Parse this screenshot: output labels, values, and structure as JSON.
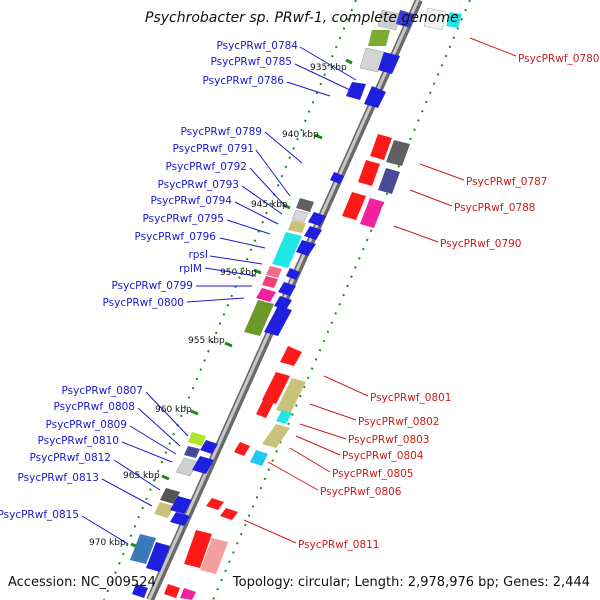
{
  "title": "Psychrobacter sp. PRwf-1, complete genome",
  "footer": {
    "accession": "Accession: NC_009524",
    "topology": "Topology: circular; Length: 2,978,976 bp; Genes: 2,444"
  },
  "colors": {
    "backbone": "#8c8c8c",
    "tick": "#1e8a1e",
    "minus_label": "#1a1acc",
    "plus_label": "#cc1a1a"
  },
  "scale_labels": [
    "935 kbp",
    "940 kbp",
    "945 kbp",
    "950 kbp",
    "955 kbp",
    "960 kbp",
    "965 kbp",
    "970 kbp"
  ],
  "minus_labels": [
    "PsycPRwf_0784",
    "PsycPRwf_0785",
    "PsycPRwf_0786",
    "PsycPRwf_0789",
    "PsycPRwf_0791",
    "PsycPRwf_0792",
    "PsycPRwf_0793",
    "PsycPRwf_0794",
    "PsycPRwf_0795",
    "PsycPRwf_0796",
    "rpsI",
    "rplM",
    "PsycPRwf_0799",
    "PsycPRwf_0800",
    "PsycPRwf_0807",
    "PsycPRwf_0808",
    "PsycPRwf_0809",
    "PsycPRwf_0810",
    "PsycPRwf_0812",
    "PsycPRwf_0813",
    "PsycPRwf_0815"
  ],
  "plus_labels": [
    "PsycPRwf_0780",
    "PsycPRwf_0787",
    "PsycPRwf_0788",
    "PsycPRwf_0790",
    "PsycPRwf_0801",
    "PsycPRwf_0802",
    "PsycPRwf_0803",
    "PsycPRwf_0804",
    "PsycPRwf_0805",
    "PsycPRwf_0806",
    "PsycPRwf_0811"
  ]
}
